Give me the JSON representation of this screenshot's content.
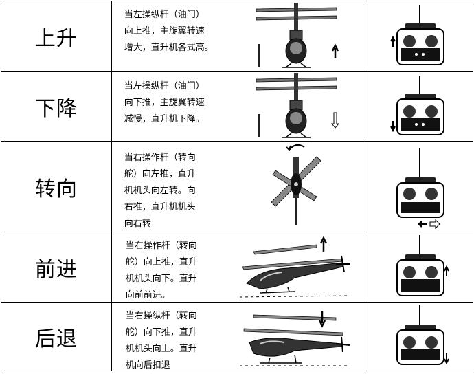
{
  "rows": [
    {
      "action": "上升",
      "description": "当左操纵杆（油门）\n向上推，主旋翼转速\n增大，直升机各式高。"
    },
    {
      "action": "下降",
      "description": "当左操纵杆（油门）\n向下推，主旋翼转速\n减慢，直升机下降。"
    },
    {
      "action": "转向",
      "description": "当右操作杆（转向\n舵）向左推，直升\n机机头向左转。向\n右推，直升机机头\n向右转"
    },
    {
      "action": "前进",
      "description": "当右操作杆（转向\n舵）向上推，直升\n机机头向下。直升\n向前前进。"
    },
    {
      "action": "后退",
      "description": "当右操纵杆（转向\n舵）向下推，直升\n机机头向上。直升\n机向后扣退"
    }
  ]
}
